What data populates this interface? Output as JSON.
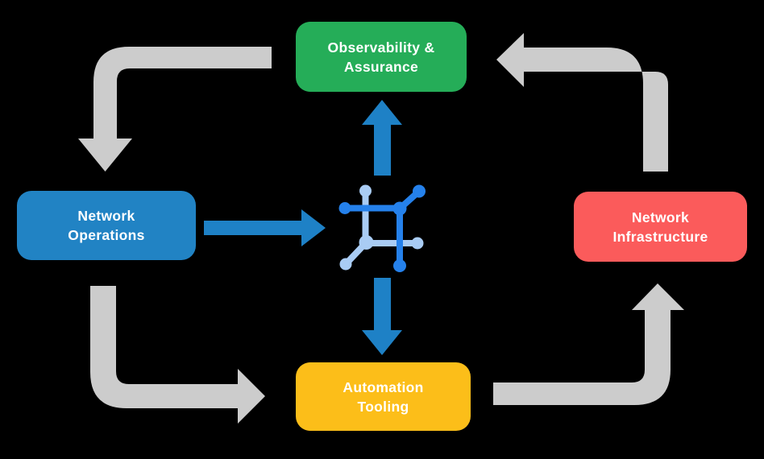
{
  "boxes": {
    "observability": {
      "line1": "Observability &",
      "line2": "Assurance",
      "color": "#25AD58"
    },
    "network_operations": {
      "line1": "Network",
      "line2": "Operations",
      "color": "#2183C4"
    },
    "network_infrastructure": {
      "line1": "Network",
      "line2": "Infrastructure",
      "color": "#FB5B5B"
    },
    "automation_tooling": {
      "line1": "Automation",
      "line2": "Tooling",
      "color": "#FCBE19"
    }
  },
  "icons": {
    "center": "network-mesh-icon"
  },
  "colors": {
    "background": "#000000",
    "text": "#FFFFFF",
    "arrow_gray": "#CCCCCC",
    "arrow_blue": "#1E81C6",
    "icon_blue_dark": "#2581EB",
    "icon_blue_light": "#A9CCF4"
  }
}
